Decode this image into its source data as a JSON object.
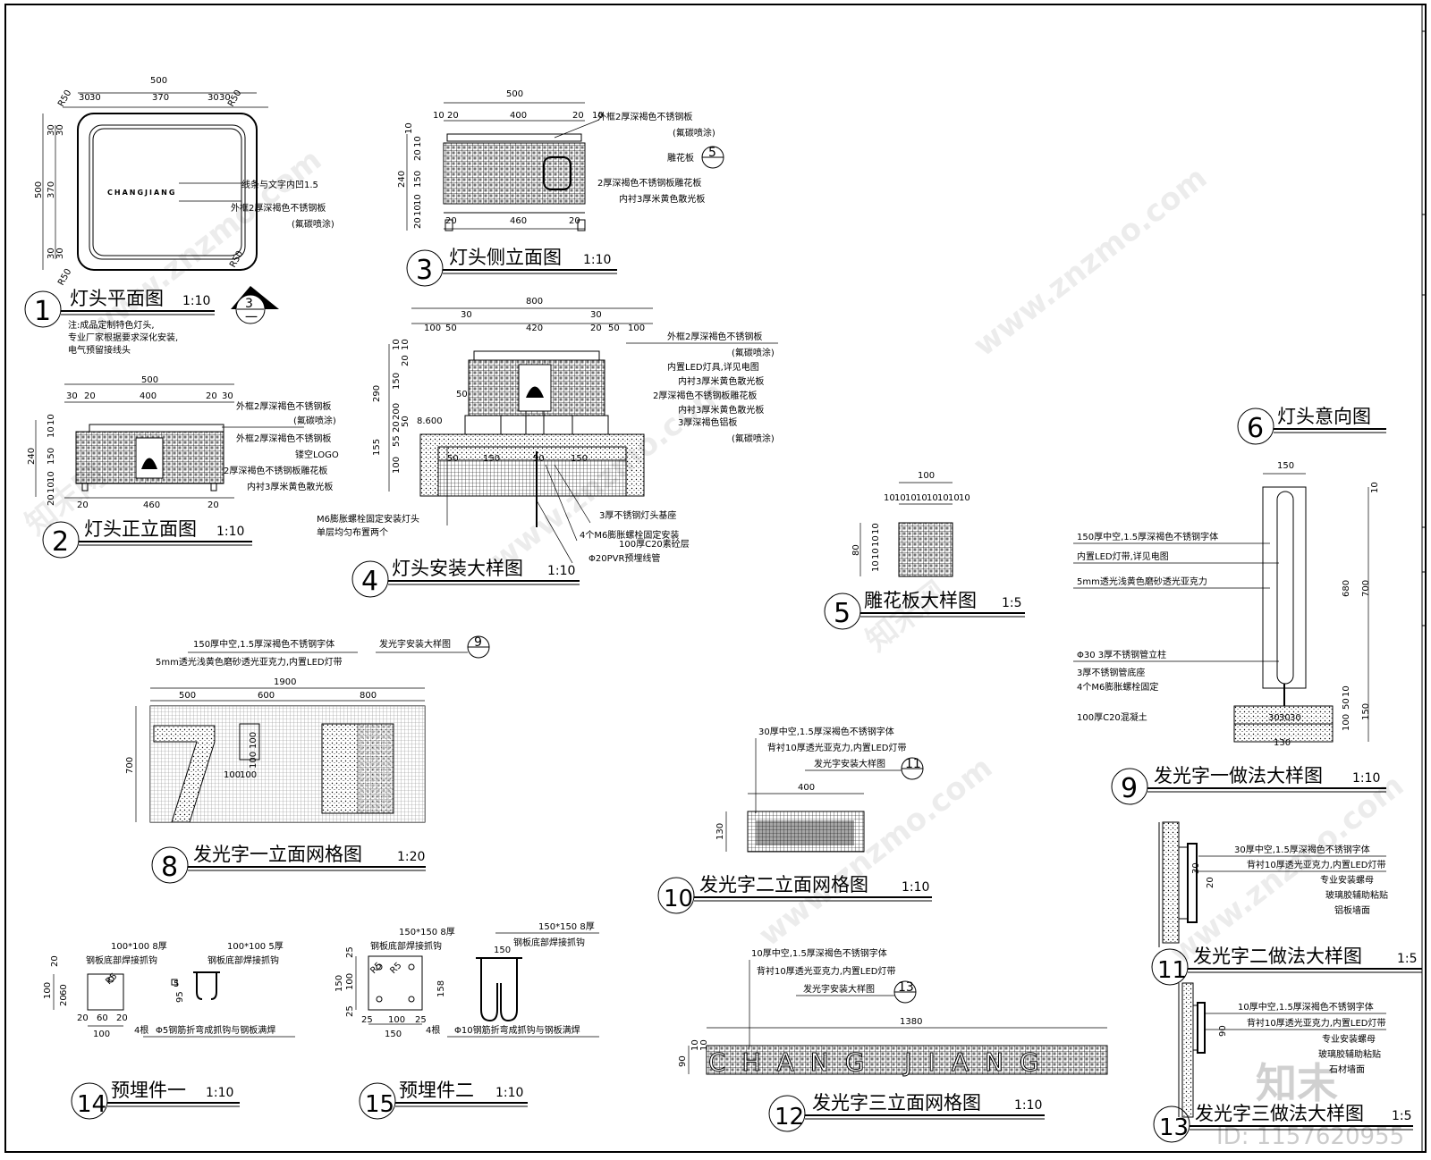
{
  "drawings": {
    "d1": {
      "num": "1",
      "title": "灯头平面图",
      "scale": "1:10",
      "dims": [
        "500",
        "370",
        "30",
        "30",
        "30",
        "30",
        "R50",
        "R50",
        "R50",
        "R50",
        "500",
        "370",
        "30",
        "30",
        "30",
        "30"
      ],
      "logo": "CHANGJIANG",
      "notes": [
        "线条与文字内凹1.5",
        "外框2厚深褐色不锈钢板",
        "(氟碳喷涂)"
      ],
      "remark": [
        "注:成品定制特色灯头,",
        "专业厂家根据要求深化安装,",
        "电气预留接线头"
      ],
      "ref": {
        "top": "3",
        "bottom": "一"
      }
    },
    "d2": {
      "num": "2",
      "title": "灯头正立面图",
      "scale": "1:10",
      "dims": [
        "500",
        "30",
        "20",
        "400",
        "20",
        "30",
        "240",
        "10",
        "10",
        "150",
        "10",
        "10",
        "20",
        "20",
        "460",
        "20"
      ],
      "notes": [
        "外框2厚深褐色不锈钢板",
        "(氟碳喷涂)",
        "外框2厚深褐色不锈钢板",
        "镂空LOGO",
        "2厚深褐色不锈钢板雕花板",
        "内衬3厚米黄色散光板"
      ]
    },
    "d3": {
      "num": "3",
      "title": "灯头侧立面图",
      "scale": "1:10",
      "dims": [
        "500",
        "10",
        "20",
        "400",
        "20",
        "10",
        "10",
        "10",
        "20",
        "240",
        "150",
        "10",
        "10",
        "20",
        "20",
        "460",
        "20"
      ],
      "notes": [
        "外框2厚深褐色不锈钢板",
        "(氟碳喷涂)",
        "雕花板",
        "2厚深褐色不锈钢板雕花板",
        "内衬3厚米黄色散光板"
      ],
      "ref": "5"
    },
    "d4": {
      "num": "4",
      "title": "灯头安装大样图",
      "scale": "1:10",
      "dims": [
        "800",
        "30",
        "30",
        "100",
        "50",
        "420",
        "20",
        "50",
        "100",
        "290",
        "10",
        "10",
        "20",
        "150",
        "200",
        "20",
        "50",
        "155",
        "55",
        "100",
        "50",
        "50",
        "150",
        "50",
        "150",
        "8.600"
      ],
      "notes": [
        "外框2厚深褐色不锈钢板",
        "(氟碳喷涂)",
        "内置LED灯具,详见电图",
        "内衬3厚米黄色散光板",
        "2厚深褐色不锈钢板雕花板",
        "内衬3厚米黄色散光板",
        "3厚深褐色铝板",
        "(氟碳喷涂)"
      ],
      "notes_bottom": [
        "M6膨胀螺栓固定安装灯头",
        "单层均匀布置两个",
        "3厚不锈钢灯头基座",
        "4个M6膨胀螺栓固定安装",
        "100厚C20素砼层",
        "Φ20PVR预埋线管"
      ]
    },
    "d5": {
      "num": "5",
      "title": "雕花板大样图",
      "scale": "1:5",
      "dims": [
        "100",
        "10",
        "10",
        "10",
        "10",
        "10",
        "10",
        "10",
        "10",
        "80",
        "10",
        "10",
        "10",
        "10"
      ]
    },
    "d6": {
      "num": "6",
      "title": "灯头意向图"
    },
    "d8": {
      "num": "8",
      "title": "发光字一立面网格图",
      "scale": "1:20",
      "notes": [
        "150厚中空,1.5厚深褐色不锈钢字体",
        "5mm透光浅黄色磨砂透光亚克力,内置LED灯带",
        "发光字安装大样图"
      ],
      "ref": "9",
      "dims": [
        "1900",
        "500",
        "600",
        "800",
        "700",
        "100",
        "100",
        "100",
        "100"
      ]
    },
    "d9": {
      "num": "9",
      "title": "发光字一做法大样图",
      "scale": "1:10",
      "dims": [
        "150",
        "10",
        "680",
        "700",
        "50",
        "100",
        "150",
        "30",
        "30",
        "30",
        "10",
        "130"
      ],
      "notes": [
        "150厚中空,1.5厚深褐色不锈钢字体",
        "内置LED灯带,详见电图",
        "5mm透光浅黄色磨砂透光亚克力",
        "Φ30 3厚不锈钢管立柱",
        "3厚不锈钢管底座",
        "4个M6膨胀螺栓固定",
        "100厚C20混凝土"
      ]
    },
    "d10": {
      "num": "10",
      "title": "发光字二立面网格图",
      "scale": "1:10",
      "notes": [
        "30厚中空,1.5厚深褐色不锈钢字体",
        "背衬10厚透光亚克力,内置LED灯带",
        "发光字安装大样图"
      ],
      "ref": "11",
      "dims": [
        "400",
        "130"
      ]
    },
    "d11": {
      "num": "11",
      "title": "发光字二做法大样图",
      "scale": "1:5",
      "dims": [
        "30",
        "20"
      ],
      "notes": [
        "30厚中空,1.5厚深褐色不锈钢字体",
        "背衬10厚透光亚克力,内置LED灯带",
        "专业安装螺母",
        "玻璃胶辅助粘贴",
        "铝板墙面"
      ]
    },
    "d12": {
      "num": "12",
      "title": "发光字三立面网格图",
      "scale": "1:10",
      "notes": [
        "10厚中空,1.5厚深褐色不锈钢字体",
        "背衬10厚透光亚克力,内置LED灯带",
        "发光字安装大样图"
      ],
      "ref": "13",
      "dims": [
        "1380",
        "90",
        "10",
        "10"
      ],
      "letters": "CHANG JIANG"
    },
    "d13": {
      "num": "13",
      "title": "发光字三做法大样图",
      "scale": "1:5",
      "dims": [
        "90"
      ],
      "notes": [
        "10厚中空,1.5厚深褐色不锈钢字体",
        "背衬10厚透光亚克力,内置LED灯带",
        "专业安装螺母",
        "玻璃胶辅助粘贴",
        "石材墙面"
      ]
    },
    "d14": {
      "num": "14",
      "title": "预埋件一",
      "scale": "1:10",
      "notes": [
        "100*100 8厚",
        "钢板底部焊接抓钩",
        "100*100 5厚",
        "钢板底部焊接抓钩",
        "4根",
        "Φ5钢筋折弯成抓钩与钢板满焊"
      ],
      "dims": [
        "20",
        "60",
        "20",
        "20",
        "60",
        "20",
        "100",
        "R5",
        "100",
        "95",
        "5"
      ]
    },
    "d15": {
      "num": "15",
      "title": "预埋件二",
      "scale": "1:10",
      "notes": [
        "150*150 8厚",
        "钢板底部焊接抓钩",
        "150*150 8厚",
        "钢板底部焊接抓钩",
        "4根",
        "Φ10钢筋折弯成抓钩与钢板满焊"
      ],
      "dims": [
        "25",
        "100",
        "25",
        "25",
        "100",
        "25",
        "150",
        "R5",
        "R5",
        "150",
        "158",
        "150"
      ]
    }
  },
  "watermark": {
    "site": "www.znzmo.com",
    "brand": "知末网",
    "logo": "知末",
    "id": "ID: 1157620955"
  }
}
